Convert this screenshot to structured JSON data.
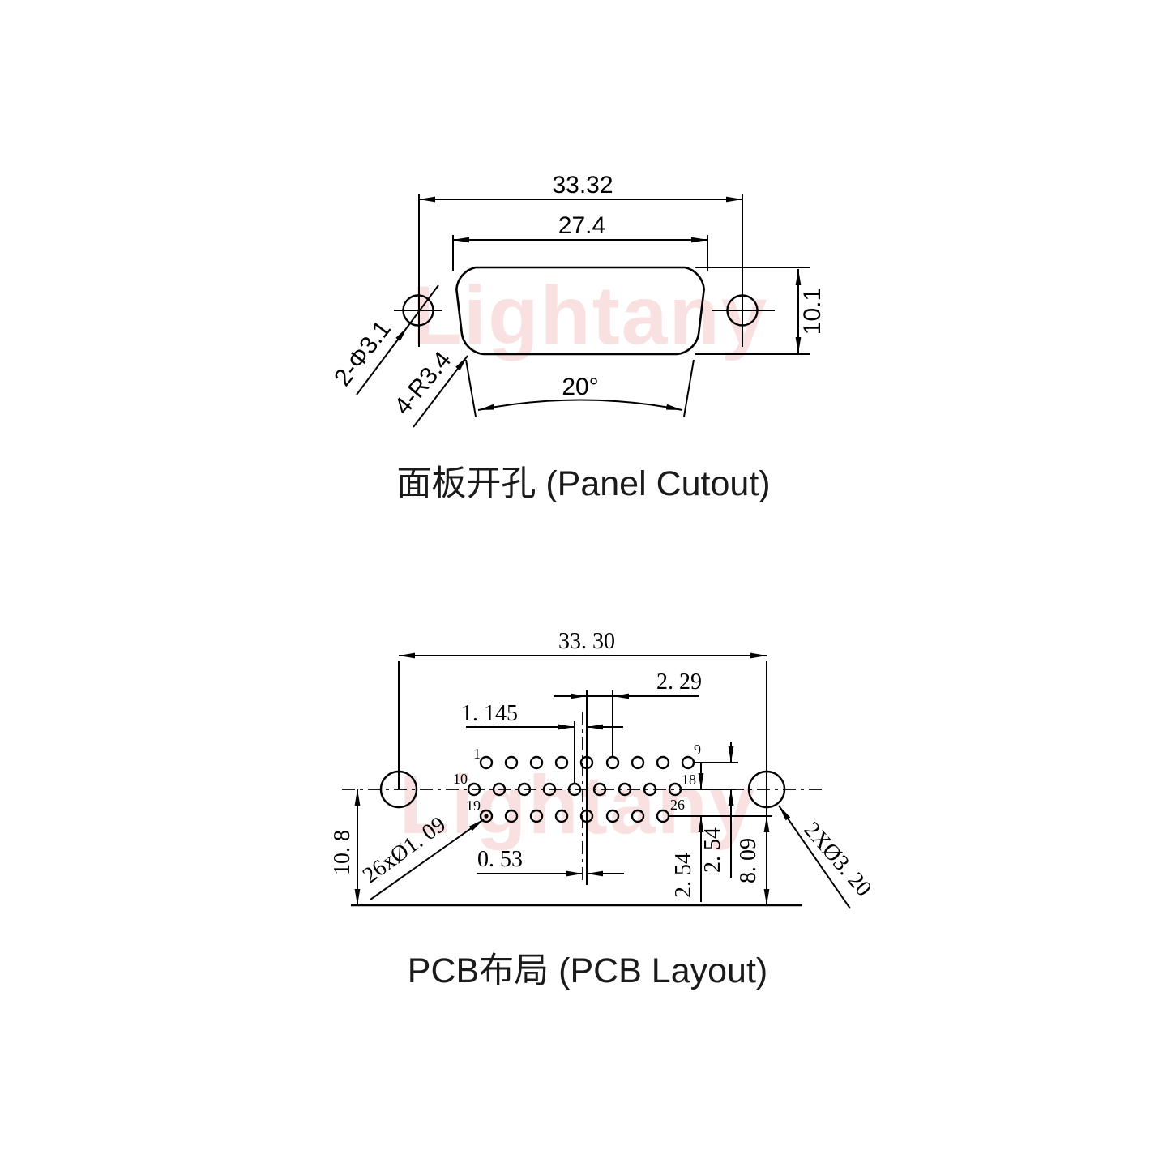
{
  "watermark": {
    "text": "Lightany",
    "color": "#f8d7d7"
  },
  "panel": {
    "title": "面板开孔 (Panel Cutout)",
    "dim_width_outer": "33.32",
    "dim_width_inner": "27.4",
    "dim_height": "10.1",
    "label_mount_holes": "2-Φ3.1",
    "label_corner_radius": "4-R3.4",
    "dim_angle": "20°"
  },
  "pcb": {
    "title": "PCB布局 (PCB Layout)",
    "dim_mount_span": "33. 30",
    "dim_pin_pitch": "2. 29",
    "dim_row_offset": "1. 145",
    "dim_center_offset": "0. 53",
    "dim_overall_height": "10. 8",
    "dim_row_spacing_left": "2. 54",
    "dim_row_spacing_right": "2. 54",
    "dim_bottom_row_height": "8. 09",
    "label_pin_holes": "26xØ1. 09",
    "label_mount_holes": "2XØ3. 20",
    "pins": {
      "p1": "1",
      "p9": "9",
      "p10": "10",
      "p18": "18",
      "p19": "19",
      "p26": "26"
    }
  }
}
